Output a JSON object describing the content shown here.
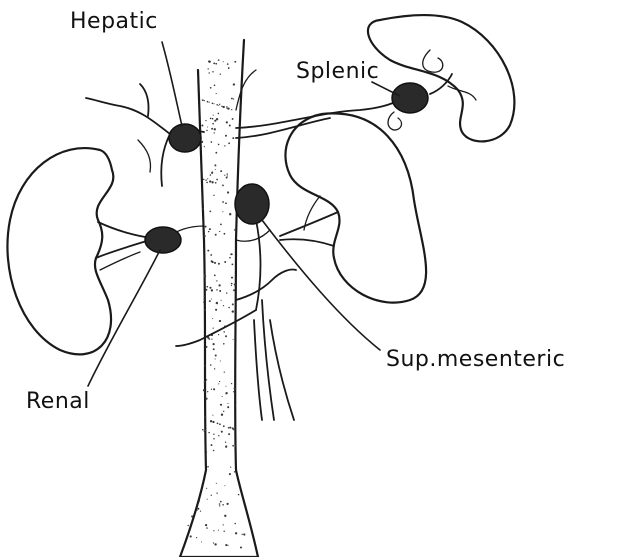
{
  "labels": {
    "hepatic": "Hepatic",
    "splenic": "Splenic",
    "renal": "Renal",
    "sup_mesenteric": "Sup.mesenteric"
  },
  "colors": {
    "ink": "#1a1a1a",
    "ganglion_fill": "#2a2a2a",
    "background": "#ffffff"
  }
}
